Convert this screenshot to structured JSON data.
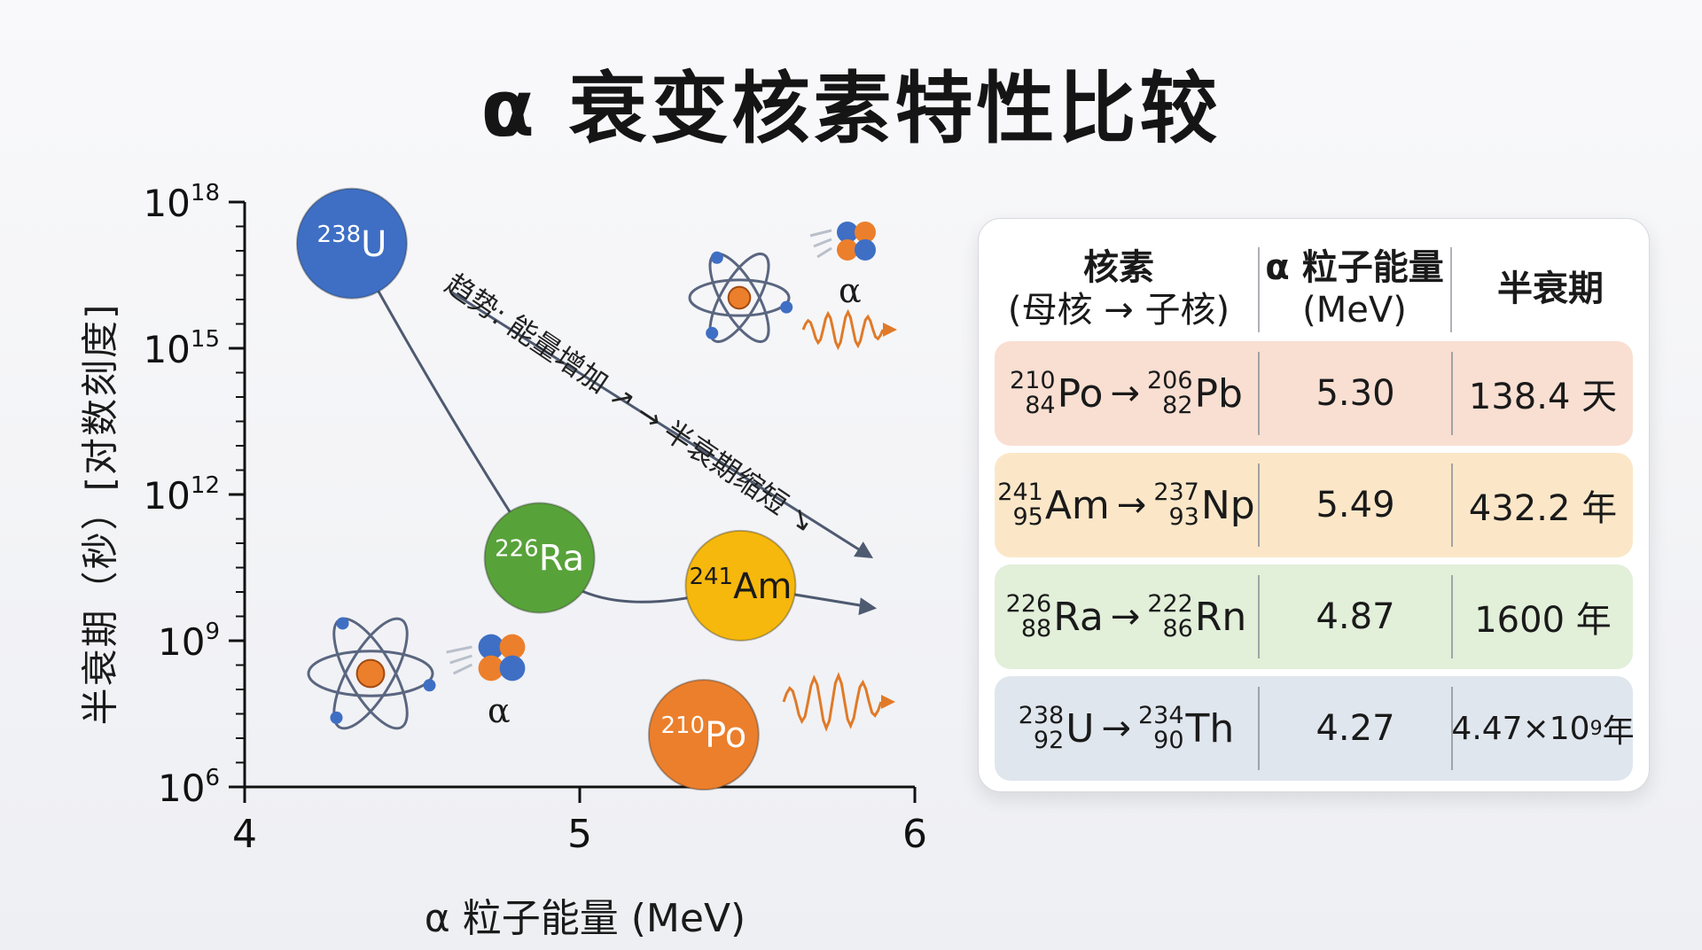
{
  "title": "α 衰变核素特性比较",
  "chart_data": {
    "type": "scatter",
    "xlabel": "α 粒子能量 (MeV)",
    "ylabel": "半衰期（秒）[对数刻度]",
    "xlim": [
      4,
      6
    ],
    "ylim_log10": [
      6,
      18
    ],
    "y_scale": "log",
    "x_ticks": [
      "4",
      "5",
      "6"
    ],
    "y_ticks": [
      {
        "base": "10",
        "exp": "18",
        "value": 18
      },
      {
        "base": "10",
        "exp": "15",
        "value": 15
      },
      {
        "base": "10",
        "exp": "12",
        "value": 12
      },
      {
        "base": "10",
        "exp": "9",
        "value": 9
      },
      {
        "base": "10",
        "exp": "6",
        "value": 6
      }
    ],
    "points": [
      {
        "mass": "238",
        "symbol": "U",
        "x": 4.32,
        "log10_y": 17.15,
        "color": "#3e6fc4"
      },
      {
        "mass": "226",
        "symbol": "Ra",
        "x": 4.88,
        "log10_y": 10.7,
        "color": "#58a23a"
      },
      {
        "mass": "241",
        "symbol": "Am",
        "x": 5.48,
        "log10_y": 10.13,
        "color": "#f6b80c"
      },
      {
        "mass": "210",
        "symbol": "Po",
        "x": 5.37,
        "log10_y": 7.07,
        "color": "#ec7f2c"
      }
    ],
    "annotation": "趋势: 能量增加 ↗ → 半衰期缩短 ↘",
    "alpha_label": "α"
  },
  "table": {
    "headers": {
      "nuclide_title": "核素",
      "nuclide_sub": "(母核 → 子核)",
      "energy_title": "α 粒子能量",
      "energy_sub": "(MeV)",
      "halflife": "半衰期"
    },
    "arrow": "→",
    "rows": [
      {
        "p_mass": "210",
        "p_z": "84",
        "p_sym": "Po",
        "d_mass": "206",
        "d_z": "82",
        "d_sym": "Pb",
        "energy": "5.30",
        "halflife": "138.4 天",
        "bg": "#f9dfd2"
      },
      {
        "p_mass": "241",
        "p_z": "95",
        "p_sym": "Am",
        "d_mass": "237",
        "d_z": "93",
        "d_sym": "Np",
        "energy": "5.49",
        "halflife": "432.2 年",
        "bg": "#fbe7c8"
      },
      {
        "p_mass": "226",
        "p_z": "88",
        "p_sym": "Ra",
        "d_mass": "222",
        "d_z": "86",
        "d_sym": "Rn",
        "energy": "4.87",
        "halflife": "1600 年",
        "bg": "#e2efd9"
      },
      {
        "p_mass": "238",
        "p_z": "92",
        "p_sym": "U",
        "d_mass": "234",
        "d_z": "90",
        "d_sym": "Th",
        "energy": "4.27",
        "halflife_base": "4.47×10",
        "halflife_exp": "9",
        "halflife_unit": " 年",
        "bg": "#e0e6ee"
      }
    ]
  }
}
